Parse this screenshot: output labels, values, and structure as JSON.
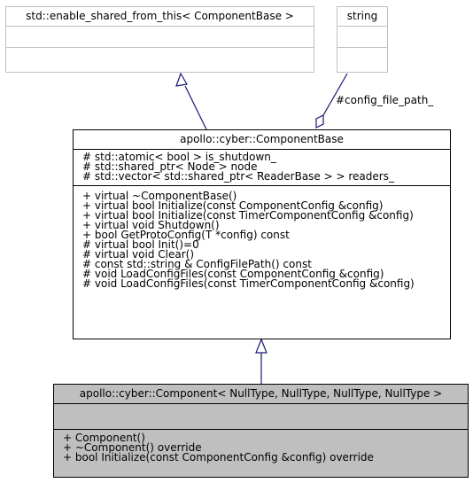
{
  "classes": {
    "enable_shared": {
      "name": "std::enable_shared_from_this< ComponentBase >"
    },
    "string": {
      "name": "string"
    },
    "component_base": {
      "name": "apollo::cyber::ComponentBase",
      "attributes": [
        "# std::atomic< bool > is_shutdown_",
        "# std::shared_ptr< Node > node_",
        "# std::vector< std::shared_ptr< ReaderBase > > readers_"
      ],
      "methods": [
        "+ virtual ~ComponentBase()",
        "+ virtual bool Initialize(const ComponentConfig &config)",
        "+ virtual bool Initialize(const TimerComponentConfig &config)",
        "+ virtual void Shutdown()",
        "+ bool GetProtoConfig(T *config) const",
        "# virtual bool Init()=0",
        "# virtual void Clear()",
        "# const std::string & ConfigFilePath() const",
        "# void LoadConfigFiles(const ComponentConfig &config)",
        "# void LoadConfigFiles(const TimerComponentConfig &config)"
      ]
    },
    "component": {
      "name": "apollo::cyber::Component< NullType, NullType, NullType, NullType >",
      "methods": [
        "+ Component()",
        "+ ~Component() override",
        "+ bool Initialize(const ComponentConfig &config) override"
      ]
    }
  },
  "edges": {
    "aggregation_label": "#config_file_path_"
  },
  "colors": {
    "edge": "#191970",
    "highlight_fill": "#bfbfbf",
    "gray_border": "#bfbfbf"
  }
}
